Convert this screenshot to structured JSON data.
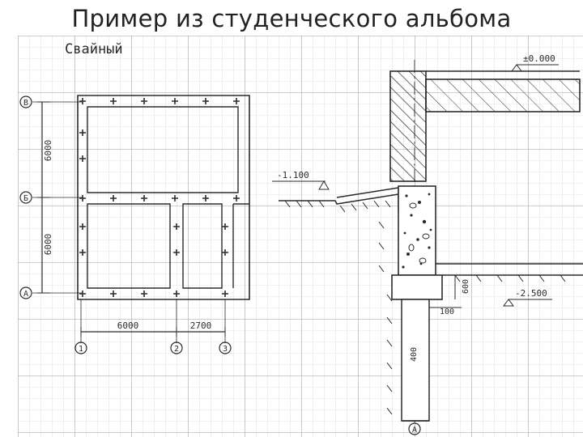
{
  "slide": {
    "title": "Пример из студенческого альбома"
  },
  "drawing": {
    "label_type": "Свайный",
    "axis_marks": {
      "row_top": "В",
      "row_mid": "Б",
      "row_bottom": "А",
      "col_1": "1",
      "col_2": "2",
      "col_3": "3",
      "section_axis": "А"
    },
    "plan_dims": {
      "span_upper": "6000",
      "span_lower": "6000",
      "span_x1": "6000",
      "span_x2": "2700"
    },
    "section_levels": {
      "floor": "±0.000",
      "ground": "-1.100",
      "bottom": "-2.500"
    },
    "section_dims": {
      "offset": "100",
      "height": "600",
      "pile": "400"
    }
  }
}
